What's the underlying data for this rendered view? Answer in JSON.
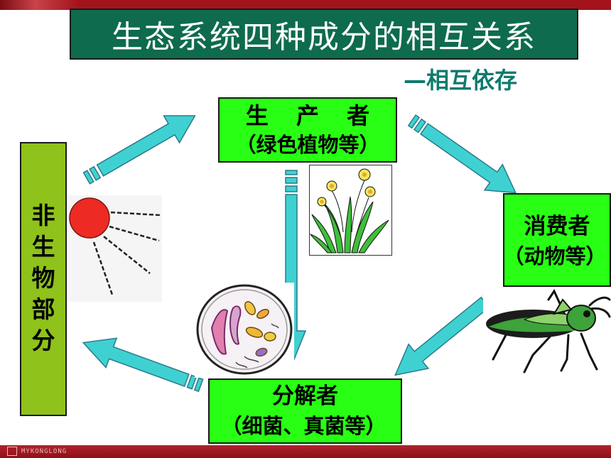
{
  "title": "生态系统四种成分的相互关系",
  "subtitle": "—相互依存",
  "nodes": {
    "producer": {
      "line1": "生 产 者",
      "line2": "（绿色植物等）"
    },
    "consumer": {
      "line1": "消费者",
      "line2": "（动物等）"
    },
    "decomposer": {
      "line1": "分解者",
      "line2": "（细菌、真菌等）"
    },
    "abiotic": {
      "chars": [
        "非",
        "生",
        "物",
        "部",
        "分"
      ]
    }
  },
  "footer": {
    "logo_text": "MYKONGLONG"
  },
  "colors": {
    "title_bg": "#0e6b4d",
    "subtitle": "#0e7a6e",
    "node_green": "#28ff14",
    "abiotic_green": "#8fc21a",
    "arrow": "#3fd1d1",
    "frame_red": "#a3131b"
  },
  "icons": [
    "sun-icon",
    "narcissus-plant-icon",
    "grasshopper-icon",
    "microbe-dish-icon"
  ]
}
